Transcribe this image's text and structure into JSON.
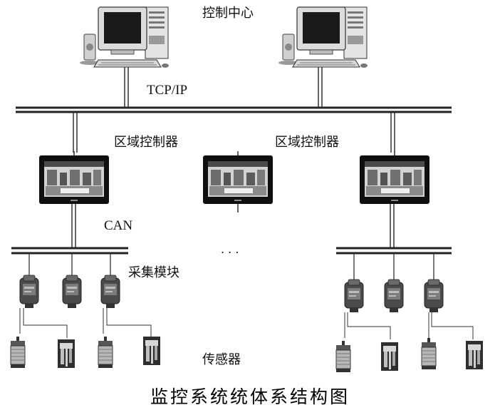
{
  "labels": {
    "control_center": "控制中心",
    "tcp_ip": "TCP/IP",
    "zone_controller_left": "区域控制器",
    "zone_controller_right": "区域控制器",
    "can": "CAN",
    "ellipsis": ". . .",
    "acquisition_module": "采集模块",
    "sensor": "传感器"
  },
  "caption": "监控系统统体系结构图",
  "colors": {
    "line": "#222222",
    "monitor_frame": "#111111",
    "device": "#555555"
  },
  "icons": [
    "computer-icon",
    "touch-panel-icon",
    "acquisition-module-icon",
    "drum-sensor-icon",
    "probe-sensor-icon"
  ]
}
